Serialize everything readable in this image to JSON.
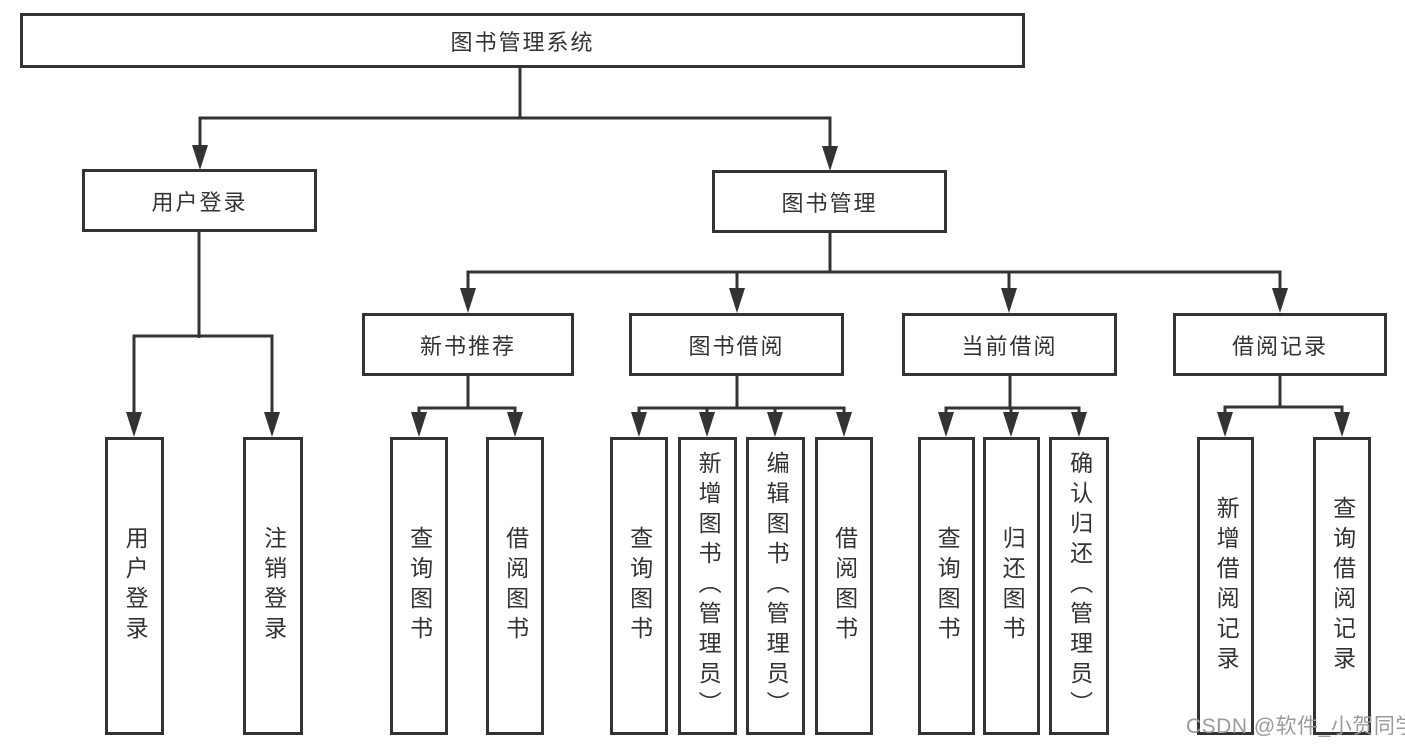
{
  "diagram": {
    "type": "tree",
    "colors": {
      "line": "#333333",
      "text": "#333333",
      "box_background": "#ffffff",
      "watermark": "#9b9b9b"
    },
    "root": {
      "label": "图书管理系统"
    },
    "level2": {
      "user_login": {
        "label": "用户登录"
      },
      "book_mgmt": {
        "label": "图书管理"
      }
    },
    "level3": {
      "new_book_rec": {
        "label": "新书推荐"
      },
      "book_borrow": {
        "label": "图书借阅"
      },
      "current_borrow": {
        "label": "当前借阅"
      },
      "borrow_records": {
        "label": "借阅记录"
      }
    },
    "leaves": {
      "user_login": {
        "label": "用户登录"
      },
      "logout": {
        "label": "注销登录"
      },
      "nbr_query_book": {
        "label": "查询图书"
      },
      "nbr_borrow_book": {
        "label": "借阅图书"
      },
      "bb_query_book": {
        "label": "查询图书"
      },
      "bb_add_book": {
        "label": "新增图书（管理员）"
      },
      "bb_edit_book": {
        "label": "编辑图书（管理员）"
      },
      "bb_borrow_book": {
        "label": "借阅图书"
      },
      "cb_query_book": {
        "label": "查询图书"
      },
      "cb_return_book": {
        "label": "归还图书"
      },
      "cb_confirm_return": {
        "label": "确认归还（管理员）"
      },
      "br_add_record": {
        "label": "新增借阅记录"
      },
      "br_query_record": {
        "label": "查询借阅记录"
      }
    },
    "watermark": "CSDN @软件_小贺同学"
  }
}
